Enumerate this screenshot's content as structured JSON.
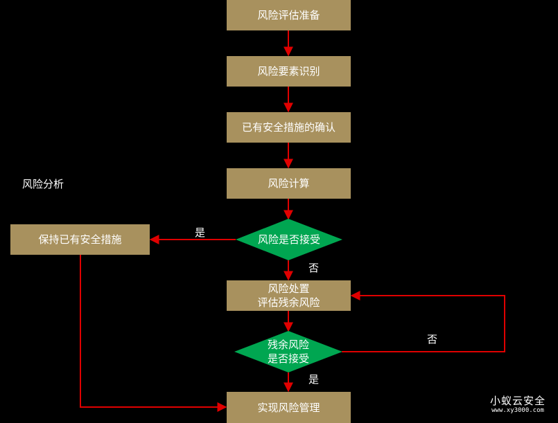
{
  "nodes": {
    "prepare": "风险评估准备",
    "identify": "风险要素识别",
    "confirm": "已有安全措施的确认",
    "calculate": "风险计算",
    "accept_decision": "风险是否接受",
    "keep_measures": "保持已有安全措施",
    "treat_line1": "风险处置",
    "treat_line2": "评估残余风险",
    "residual_line1": "残余风险",
    "residual_line2": "是否接受",
    "manage": "实现风险管理"
  },
  "labels": {
    "analysis": "风险分析",
    "yes_1": "是",
    "no_1": "否",
    "no_2": "否",
    "yes_2": "是"
  },
  "watermark": {
    "main": "小蚁云安全",
    "sub": "www.xy3000.com"
  },
  "colors": {
    "box": "#a8915e",
    "diamond": "#00a651",
    "arrow": "#ff0000",
    "background": "#000000"
  }
}
